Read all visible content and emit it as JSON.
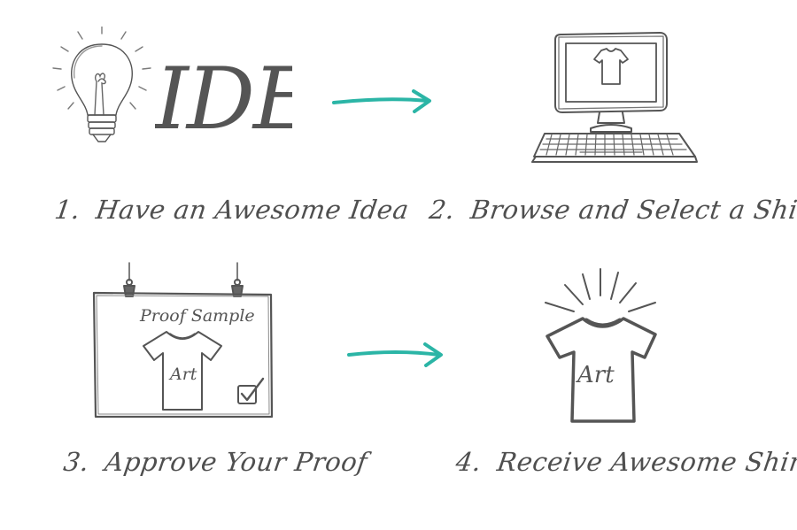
{
  "steps": [
    {
      "number": "1.",
      "text": "Have an Awesome Idea"
    },
    {
      "number": "2.",
      "text": "Browse and Select a Shirt"
    },
    {
      "number": "3.",
      "text": "Approve Your Proof"
    },
    {
      "number": "4.",
      "text": "Receive Awesome Shirts!"
    }
  ],
  "idea_word": "IDEA",
  "proof_title": "Proof Sample",
  "proof_art_label": "Art",
  "shirt_art_label": "Art",
  "colors": {
    "arrow": "#2bb5a6",
    "ink": "#555555"
  }
}
